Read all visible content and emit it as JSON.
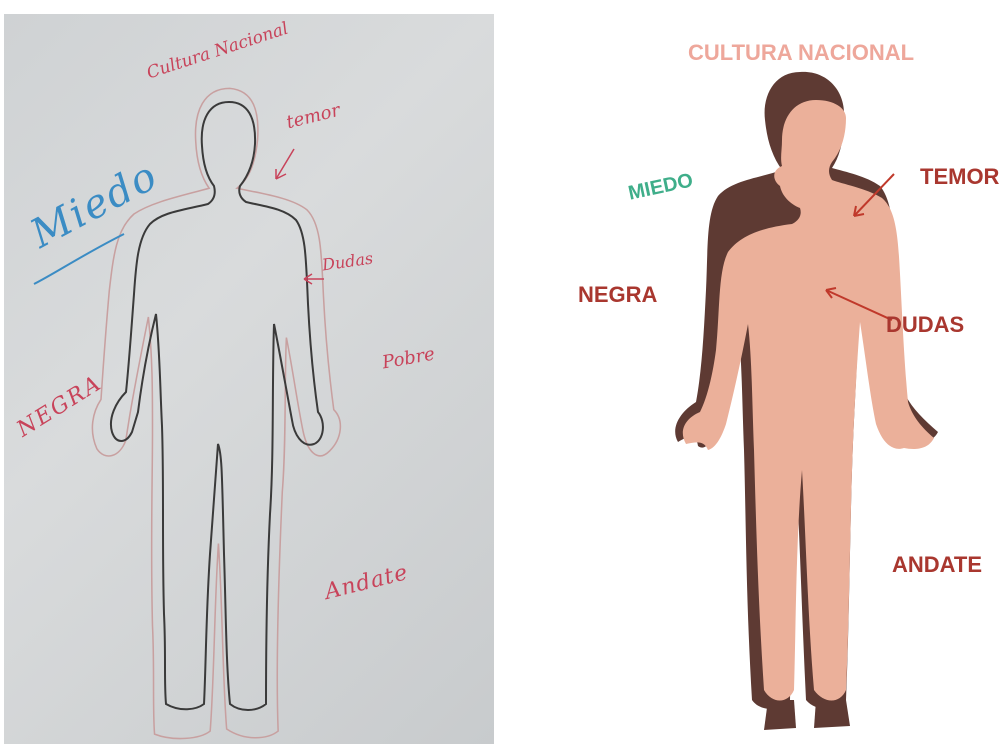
{
  "handwritten": {
    "cultura": "Cultura Nacional",
    "temor": "temor",
    "miedo": "Miedo",
    "dudas": "Dudas",
    "pobre": "Pobre",
    "negra": "NEGRA",
    "andate": "Andate"
  },
  "illustration": {
    "cultura": "CULTURA NACIONAL",
    "miedo": "MIEDO",
    "temor": "TEMOR",
    "negra": "NEGRA",
    "dudas": "DUDAS",
    "andate": "ANDATE"
  },
  "colors": {
    "skin": "#ebb09a",
    "shadow": "#5e3a33",
    "label_red": "#a9372f",
    "label_pink": "#eea79b",
    "label_green": "#3fae8a",
    "ink_red": "#c8435a",
    "ink_blue": "#3b8cc4"
  }
}
